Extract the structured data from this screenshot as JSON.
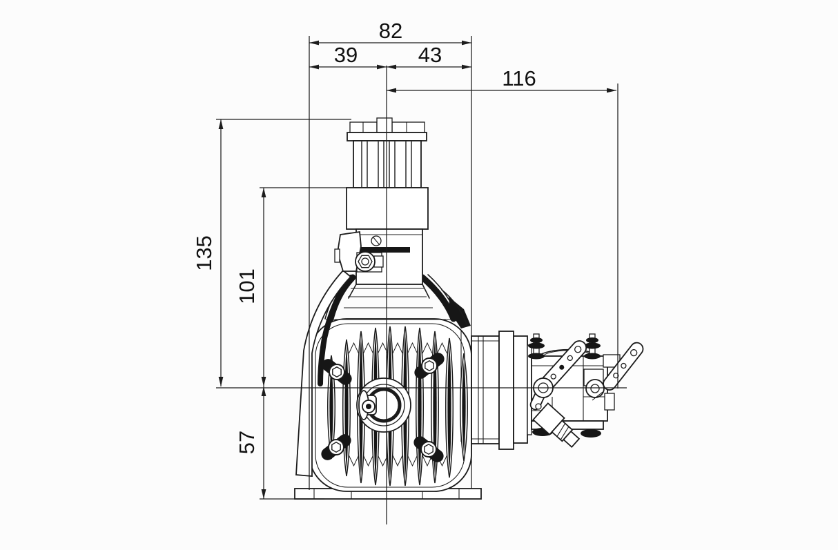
{
  "drawing": {
    "type": "engineering-dimension-drawing",
    "subject": "single-cylinder gas engine, front view with carburetor at right",
    "units_implied": "mm",
    "dimensions": {
      "width_total": "82",
      "width_left_of_axis": "39",
      "width_right_of_axis": "43",
      "carb_extent_from_axis": "116",
      "height_total_above_axis": "135",
      "height_cylinder_top_above_axis": "101",
      "height_below_axis": "57"
    },
    "colors": {
      "line": "#1b1b1b",
      "dark_fill": "#161616",
      "background": "#fcfcfc"
    }
  }
}
